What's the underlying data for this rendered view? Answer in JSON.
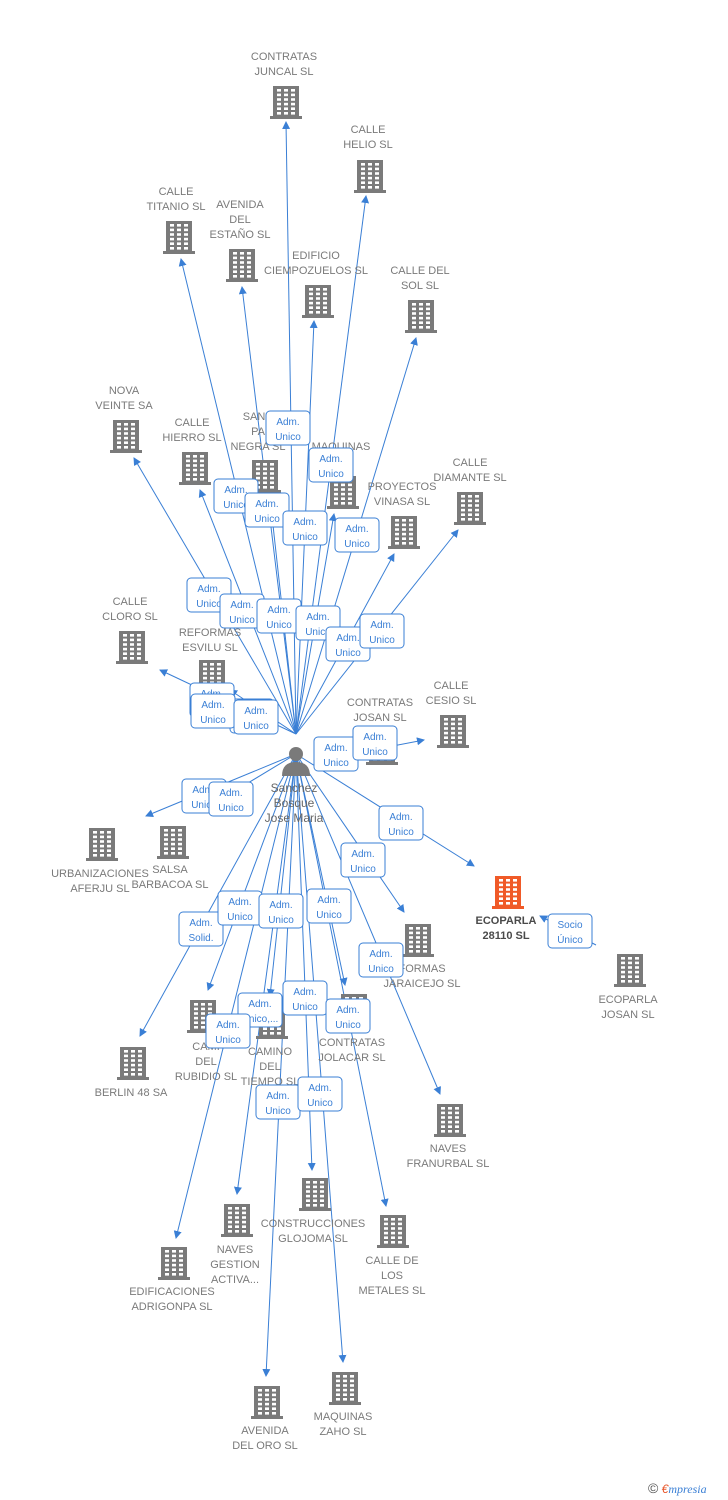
{
  "person": {
    "name_lines": [
      "Sanchez",
      "Bosque",
      "Jose Maria"
    ]
  },
  "companies": [
    {
      "id": "contratas_juncal",
      "lines": [
        "CONTRATAS",
        "JUNCAL SL"
      ]
    },
    {
      "id": "calle_helio",
      "lines": [
        "CALLE",
        "HELIO SL"
      ]
    },
    {
      "id": "calle_titanio",
      "lines": [
        "CALLE",
        "TITANIO SL"
      ]
    },
    {
      "id": "avenida_estano",
      "lines": [
        "AVENIDA",
        "DEL",
        "ESTAÑO SL"
      ]
    },
    {
      "id": "edificio_ciempozuelos",
      "lines": [
        "EDIFICIO",
        "CIEMPOZUELOS SL"
      ]
    },
    {
      "id": "calle_del_sol",
      "lines": [
        "CALLE DEL",
        "SOL SL"
      ]
    },
    {
      "id": "nova_veinte",
      "lines": [
        "NOVA",
        "VEINTE SA"
      ]
    },
    {
      "id": "calle_hierro",
      "lines": [
        "CALLE",
        "HIERRO SL"
      ]
    },
    {
      "id": "sancho_panza_negra",
      "lines": [
        "SANC",
        "PA",
        "NEGRA SL"
      ]
    },
    {
      "id": "maquinas_top",
      "lines": [
        "MAQUINAS",
        "SL"
      ]
    },
    {
      "id": "calle_diamante",
      "lines": [
        "CALLE",
        "DIAMANTE SL"
      ]
    },
    {
      "id": "proyectos_vinasa",
      "lines": [
        "PROYECTOS",
        "VINASA SL"
      ]
    },
    {
      "id": "calle_cloro",
      "lines": [
        "CALLE",
        "CLORO SL"
      ]
    },
    {
      "id": "reformas_esvilu",
      "lines": [
        "REFORMAS",
        "ESVILU SL"
      ]
    },
    {
      "id": "contratas_josan",
      "lines": [
        "CONTRATAS",
        "JOSAN SL"
      ]
    },
    {
      "id": "calle_cesio",
      "lines": [
        "CALLE",
        "CESIO SL"
      ]
    },
    {
      "id": "urbanizaciones_aferju",
      "lines": [
        "URBANIZACIONES",
        "AFERJU SL"
      ]
    },
    {
      "id": "salsa_barbacoa",
      "lines": [
        "SALSA",
        "BARBACOA SL"
      ]
    },
    {
      "id": "ecoparla_28110",
      "lines": [
        "ECOPARLA",
        "28110 SL"
      ],
      "highlight": true
    },
    {
      "id": "ecoparla_josan",
      "lines": [
        "ECOPARLA",
        "JOSAN SL"
      ]
    },
    {
      "id": "reformas_jaraicejo",
      "lines": [
        "FORMAS",
        "JARAICEJO SL"
      ]
    },
    {
      "id": "berlin_48",
      "lines": [
        "BERLIN 48 SA"
      ]
    },
    {
      "id": "camino_rubidio",
      "lines": [
        "CAMI",
        "DEL",
        "RUBIDIO SL"
      ]
    },
    {
      "id": "camino_tiempo",
      "lines": [
        "CAMINO",
        "DEL",
        "TIEMPO SL"
      ]
    },
    {
      "id": "contratas_jolacar",
      "lines": [
        "CONTRATAS",
        "JOLACAR SL"
      ]
    },
    {
      "id": "naves_franurbal",
      "lines": [
        "NAVES",
        "FRANURBAL SL"
      ]
    },
    {
      "id": "construcciones_glojoma",
      "lines": [
        "CONSTRUCCIONES",
        "GLOJOMA SL"
      ]
    },
    {
      "id": "naves_gestion",
      "lines": [
        "NAVES",
        "GESTION",
        "ACTIVA..."
      ]
    },
    {
      "id": "calle_metales",
      "lines": [
        "CALLE DE",
        "LOS",
        "METALES SL"
      ]
    },
    {
      "id": "edificaciones_adrigonpa",
      "lines": [
        "EDIFICACIONES",
        "ADRIGONPA SL"
      ]
    },
    {
      "id": "avenida_oro",
      "lines": [
        "AVENIDA",
        "DEL ORO SL"
      ]
    },
    {
      "id": "maquinas_zaho",
      "lines": [
        "MAQUINAS",
        "ZAHO SL"
      ]
    }
  ],
  "edge_labels": [
    {
      "lines": [
        "Adm.",
        "Unico"
      ]
    },
    {
      "lines": [
        "Adm.",
        "Unico"
      ]
    },
    {
      "lines": [
        "Adm.",
        "Unico"
      ]
    },
    {
      "lines": [
        "Adm.",
        "Unico"
      ]
    },
    {
      "lines": [
        "Adm.",
        "Unico"
      ]
    },
    {
      "lines": [
        "Adm.",
        "Unico"
      ]
    },
    {
      "lines": [
        "Adm.",
        "Unico"
      ]
    },
    {
      "lines": [
        "Adm.",
        "Unico"
      ]
    },
    {
      "lines": [
        "Adm.",
        "Unico"
      ]
    },
    {
      "lines": [
        "Adm.",
        "Unico"
      ]
    },
    {
      "lines": [
        "Adm.",
        "Unico"
      ]
    },
    {
      "lines": [
        "Adm.",
        "Unico"
      ]
    },
    {
      "lines": [
        "Adm.",
        "Unico"
      ]
    },
    {
      "lines": [
        "Adm.",
        "Unico"
      ]
    },
    {
      "lines": [
        "Adm.",
        "Unico"
      ]
    },
    {
      "lines": [
        "Adm.",
        "Unico"
      ]
    },
    {
      "lines": [
        "Adm.",
        "Unico"
      ]
    },
    {
      "lines": [
        "Adm.",
        "Unico"
      ]
    },
    {
      "lines": [
        "Adm.",
        "Unico"
      ]
    },
    {
      "lines": [
        "Adm.",
        "Unico"
      ]
    },
    {
      "lines": [
        "Adm.",
        "Solid."
      ]
    },
    {
      "lines": [
        "Adm.",
        "Unico"
      ]
    },
    {
      "lines": [
        "Adm.",
        "Unico"
      ]
    },
    {
      "lines": [
        "Adm.",
        "Unico"
      ]
    },
    {
      "lines": [
        "Adm.",
        "Unico"
      ]
    },
    {
      "lines": [
        "Adm.",
        "Unico"
      ]
    },
    {
      "lines": [
        "Adm.",
        "Unico,..."
      ]
    },
    {
      "lines": [
        "Adm.",
        "Unico"
      ]
    },
    {
      "lines": [
        "Adm.",
        "Unico"
      ]
    },
    {
      "lines": [
        "Adm.",
        "Unico"
      ]
    },
    {
      "lines": [
        "Adm.",
        "Unico"
      ]
    },
    {
      "lines": [
        "Adm.",
        "Unico"
      ]
    },
    {
      "lines": [
        "Adm.",
        "Unico"
      ]
    },
    {
      "lines": [
        "Socio",
        "Único"
      ]
    }
  ],
  "colors": {
    "edge": "#3a7fd5",
    "building": "#7a7a7a",
    "highlight": "#f05a28",
    "person": "#7a7a7a"
  },
  "footer": {
    "copyright": "©",
    "brand_initial": "€",
    "brand_rest": "mpresia"
  }
}
